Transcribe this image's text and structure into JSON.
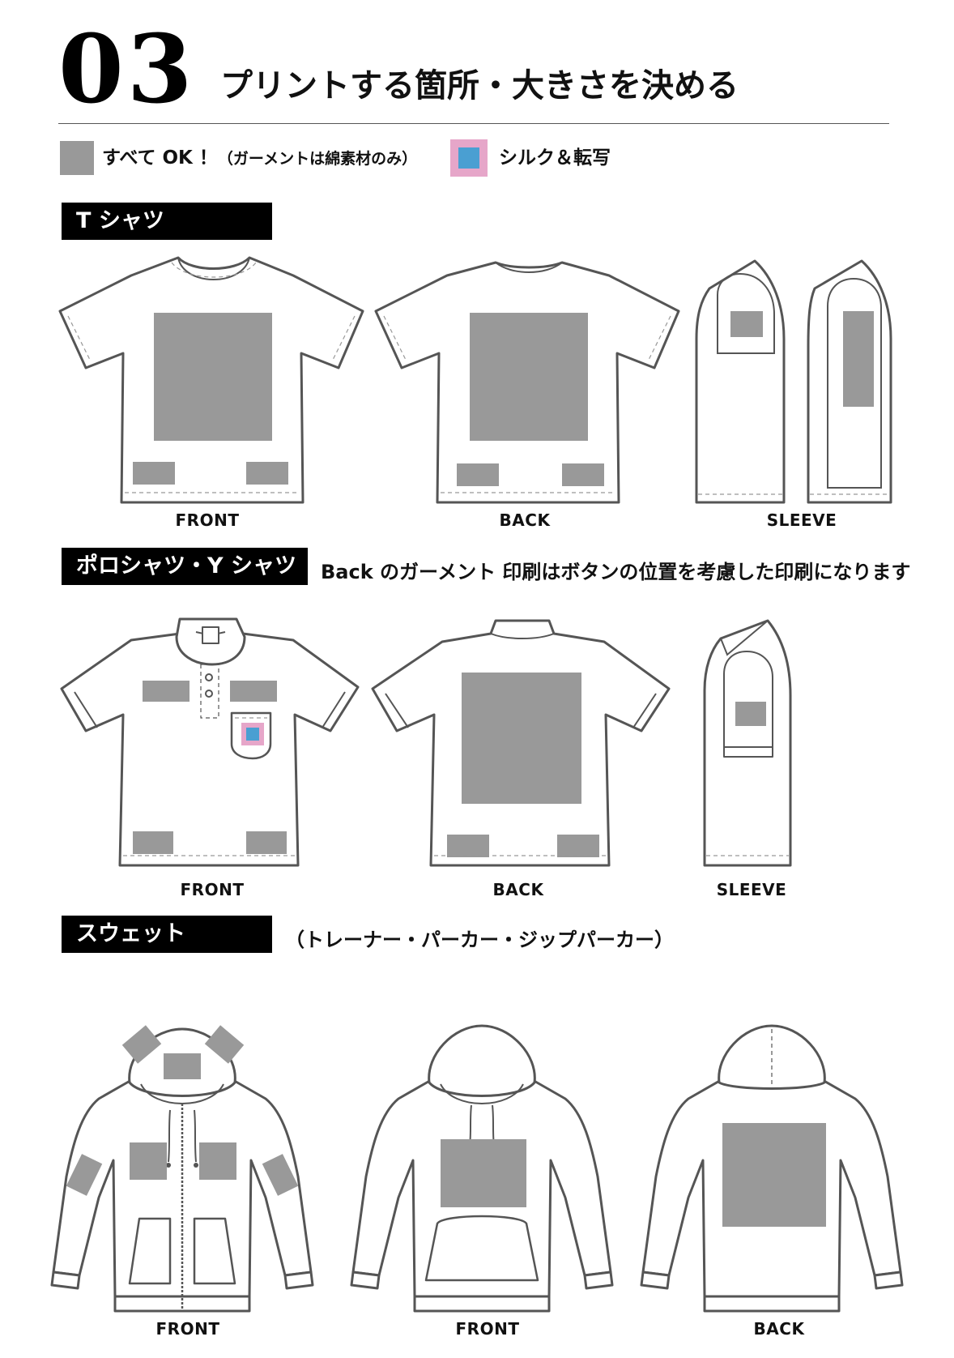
{
  "header": {
    "number": "03",
    "title": "プリントする箇所・大きさを決める"
  },
  "legend": {
    "all_ok_label": "すべて OK ！",
    "all_ok_note": "（ガーメントは綿素材のみ）",
    "silk_label": "シルク＆転写",
    "colors": {
      "print_area": "#999999",
      "silk_border": "#e6a6c9",
      "silk_fill": "#4a9fd2"
    }
  },
  "sections": {
    "tshirt": {
      "title": "T シャツ",
      "labels": {
        "front": "FRONT",
        "back": "BACK",
        "sleeve": "SLEEVE"
      }
    },
    "polo": {
      "title": "ポロシャツ・Y シャツ",
      "note": "Back のガーメント 印刷はボタンの位置を考慮した印刷になります",
      "labels": {
        "front": "FRONT",
        "back": "BACK",
        "sleeve": "SLEEVE"
      }
    },
    "sweat": {
      "title": "スウェット",
      "note": "（トレーナー・パーカー・ジップパーカー）",
      "labels": {
        "zip_front": "FRONT",
        "hoodie_front": "FRONT",
        "hoodie_back": "BACK"
      }
    }
  }
}
